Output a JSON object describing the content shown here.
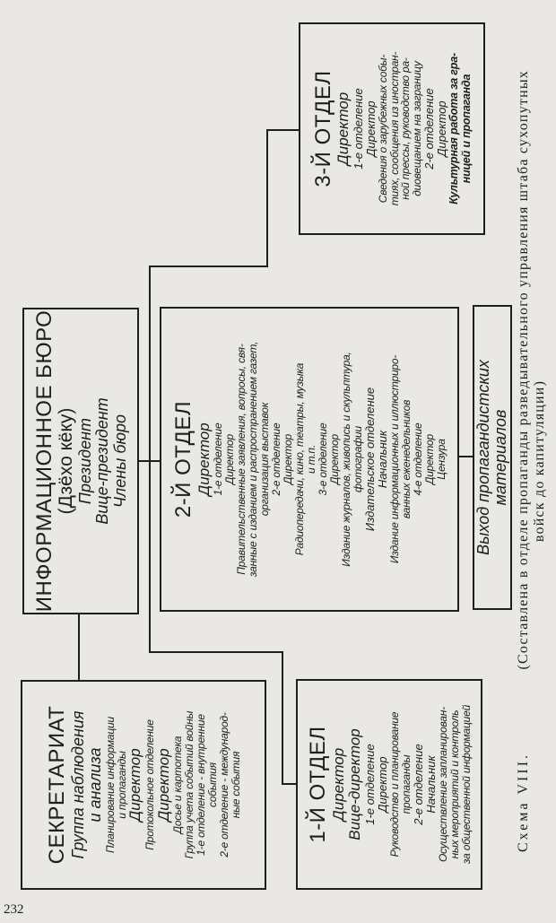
{
  "page_number": "232",
  "boxes": {
    "secretariat": [
      {
        "t": "СЕКРЕТАРИАТ",
        "r": "title"
      },
      {
        "t": "Группа наблюдения",
        "r": "head"
      },
      {
        "t": "и анализа",
        "r": "head"
      },
      {
        "t": "Планирование информации",
        "r": "item"
      },
      {
        "t": "и пропаганды",
        "r": "item"
      },
      {
        "t": "Директор",
        "r": "pos"
      },
      {
        "t": "Протокольное отделение",
        "r": "item"
      },
      {
        "t": "Директор",
        "r": "pos"
      },
      {
        "t": "Досье и картотека",
        "r": "item"
      },
      {
        "t": "Группа учета событий войны",
        "r": "item"
      },
      {
        "t": "1-е отделение - внутренние",
        "r": "item"
      },
      {
        "t": "события",
        "r": "item"
      },
      {
        "t": "2-е отделение - международ-",
        "r": "item"
      },
      {
        "t": "ные события",
        "r": "item"
      }
    ],
    "bureau": [
      {
        "t": "ИНФОРМАЦИОННОЕ БЮРО",
        "r": "title"
      },
      {
        "t": "(Дзёхо кёку)",
        "r": "sub"
      },
      {
        "t": "Президент",
        "r": "head"
      },
      {
        "t": "Вице-президент",
        "r": "head"
      },
      {
        "t": "Члены бюро",
        "r": "head"
      }
    ],
    "dept1": [
      {
        "t": "1-Й ОТДЕЛ",
        "r": "title"
      },
      {
        "t": "Директор",
        "r": "pos"
      },
      {
        "t": "Вице-директор",
        "r": "pos"
      },
      {
        "t": "1-е отделение",
        "r": "pos-s"
      },
      {
        "t": "Директор",
        "r": "pos-s"
      },
      {
        "t": "Руководство и планирование",
        "r": "item"
      },
      {
        "t": "пропаганды",
        "r": "item"
      },
      {
        "t": "2-е отделение",
        "r": "pos-s"
      },
      {
        "t": "Начальник",
        "r": "pos-s"
      },
      {
        "t": "Осуществление запланирован-",
        "r": "item"
      },
      {
        "t": "ных мероприятий и контроль",
        "r": "item"
      },
      {
        "t": "за общественной информацией",
        "r": "item"
      }
    ],
    "dept2": [
      {
        "t": "2-Й ОТДЕЛ",
        "r": "title"
      },
      {
        "t": "Директор",
        "r": "pos"
      },
      {
        "t": "1-е отделение",
        "r": "item"
      },
      {
        "t": "Директор",
        "r": "item"
      },
      {
        "t": "Правительственные заявления, вопросы, свя-",
        "r": "item"
      },
      {
        "t": "занные с изданием и распространением газет,",
        "r": "item"
      },
      {
        "t": "организация выставок",
        "r": "item"
      },
      {
        "t": "2-е отделение",
        "r": "item"
      },
      {
        "t": "Директор",
        "r": "item"
      },
      {
        "t": "Радиопередачи, кино, театры, музыка",
        "r": "item"
      },
      {
        "t": "и т.п.",
        "r": "item"
      },
      {
        "t": "3-е отделение",
        "r": "item"
      },
      {
        "t": "Директор",
        "r": "item"
      },
      {
        "t": "Издание журналов, живопись и скульптура,",
        "r": "item"
      },
      {
        "t": "фотографии",
        "r": "item"
      },
      {
        "t": "Издательское отделение",
        "r": "pos-s"
      },
      {
        "t": "Начальник",
        "r": "pos-s"
      },
      {
        "t": "Издание информационных и иллюстриро-",
        "r": "item"
      },
      {
        "t": "ванных еженедельников",
        "r": "item"
      },
      {
        "t": "4-е отделение",
        "r": "item"
      },
      {
        "t": "Директор",
        "r": "item"
      },
      {
        "t": "Цензура",
        "r": "item"
      }
    ],
    "dept3": [
      {
        "t": "3-Й ОТДЕЛ",
        "r": "title"
      },
      {
        "t": "Директор",
        "r": "pos"
      },
      {
        "t": "1-е отделение",
        "r": "pos-s"
      },
      {
        "t": "Директор",
        "r": "pos-s"
      },
      {
        "t": "Сведения о зарубежных собы-",
        "r": "item"
      },
      {
        "t": "тиях, сообщения из иностран-",
        "r": "item"
      },
      {
        "t": "ной прессы, руководство ра-",
        "r": "item"
      },
      {
        "t": "диовещанием на заграницу",
        "r": "item"
      },
      {
        "t": "2-е отделение",
        "r": "pos-s"
      },
      {
        "t": "Директор",
        "r": "pos-s"
      },
      {
        "t": "Культурная работа за гра-",
        "r": "item-b"
      },
      {
        "t": "ницей и пропаганда",
        "r": "item-b"
      }
    ],
    "output": [
      {
        "t": "Выход пропагандистских",
        "r": "head"
      },
      {
        "t": "материалов",
        "r": "head"
      }
    ]
  },
  "caption": {
    "scheme_label": "Схема VIII.",
    "line1": "(Составлена в отделе пропаганды разведывательного управления штаба сухопутных",
    "line2": "войск до капитуляции)"
  }
}
